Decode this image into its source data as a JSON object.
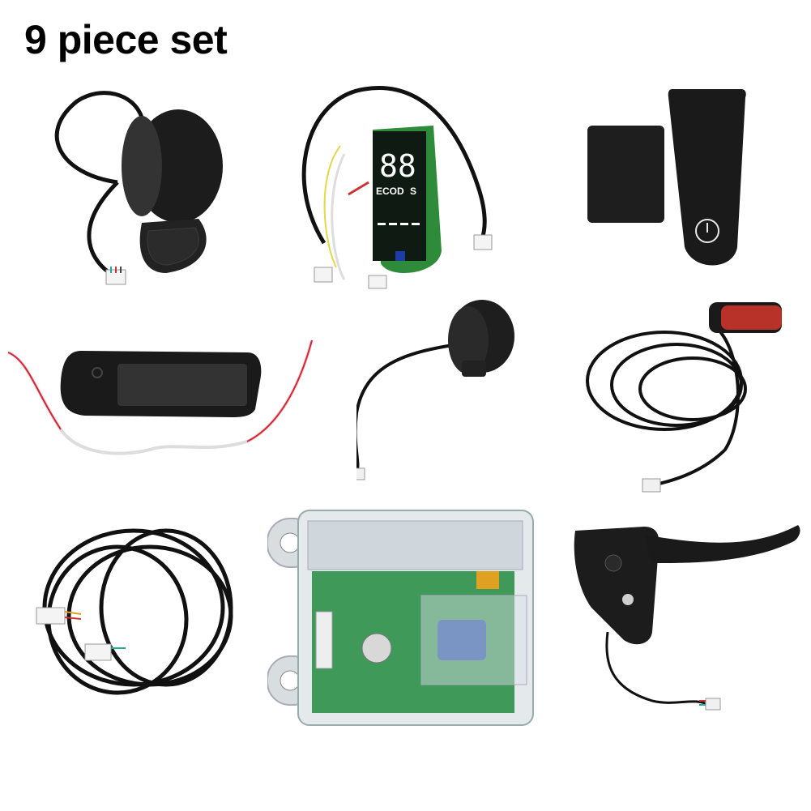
{
  "title": "9 piece set",
  "pcb_display": {
    "digits": "88",
    "mode_eco": "ECO",
    "mode_d": "D",
    "mode_s": "S"
  },
  "colors": {
    "background": "#ffffff",
    "plastic_black": "#1c1c1c",
    "pcb_green": "#2e8b3a",
    "controller_board_green": "#3f9a5a",
    "taillight_red": "#b8322a",
    "capacitor_blue": "#2a56a8",
    "connector_yellow": "#e0a020"
  },
  "parts": [
    {
      "icon": "thumb-throttle-icon"
    },
    {
      "icon": "dashboard-pcb-icon"
    },
    {
      "icon": "dashboard-covers-icon"
    },
    {
      "icon": "display-panel-icon"
    },
    {
      "icon": "power-button-icon"
    },
    {
      "icon": "tail-light-icon"
    },
    {
      "icon": "cable-harness-icon"
    },
    {
      "icon": "controller-board-icon"
    },
    {
      "icon": "brake-lever-icon"
    }
  ]
}
